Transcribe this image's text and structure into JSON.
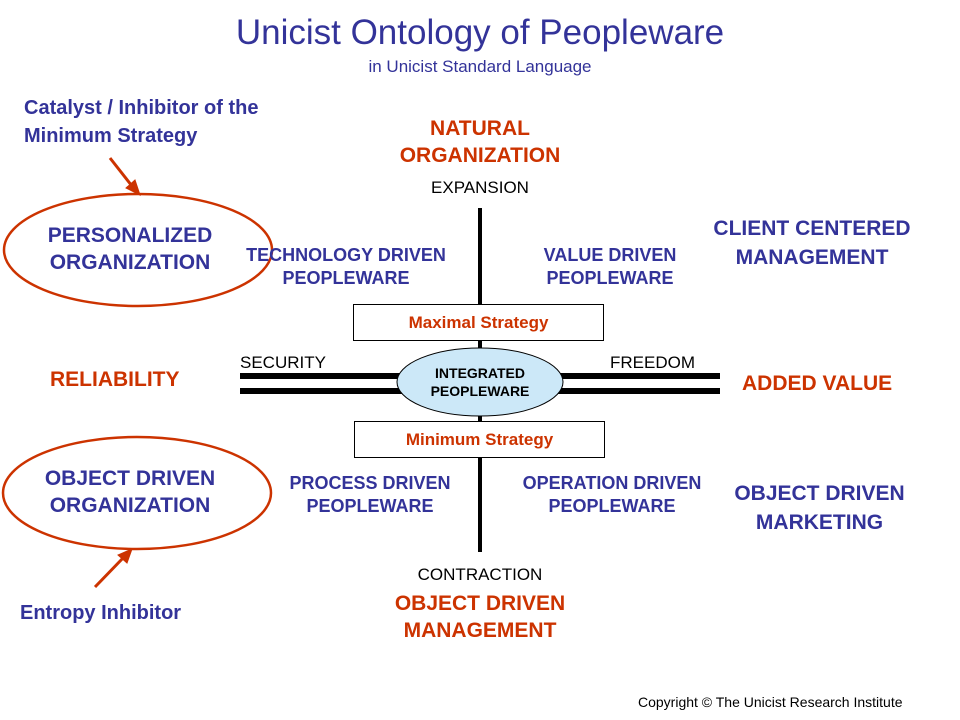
{
  "title": "Unicist Ontology of Peopleware",
  "subtitle": "in Unicist Standard Language",
  "colors": {
    "blue": "#333399",
    "red": "#cc3300",
    "ellipse_fill": "#cce8f8"
  },
  "top": {
    "label": "NATURAL ORGANIZATION",
    "axis": "EXPANSION"
  },
  "bottom": {
    "axis": "CONTRACTION",
    "label": "OBJECT DRIVEN MANAGEMENT"
  },
  "left": {
    "axis": "SECURITY",
    "label": "RELIABILITY"
  },
  "right": {
    "axis": "FREEDOM",
    "label": "ADDED VALUE"
  },
  "center": "INTEGRATED PEOPLEWARE",
  "maximal": "Maximal Strategy",
  "minimum": "Minimum Strategy",
  "quadrants": {
    "tl": "TECHNOLOGY DRIVEN PEOPLEWARE",
    "tr": "VALUE DRIVEN PEOPLEWARE",
    "bl": "PROCESS DRIVEN PEOPLEWARE",
    "br": "OPERATION DRIVEN PEOPLEWARE"
  },
  "outer": {
    "personalized": "PERSONALIZED ORGANIZATION",
    "object_org": "OBJECT DRIVEN ORGANIZATION",
    "client": "CLIENT CENTERED MANAGEMENT",
    "marketing": "OBJECT DRIVEN MARKETING"
  },
  "annotations": {
    "catalyst": "Catalyst / Inhibitor of the Minimum Strategy",
    "entropy": "Entropy Inhibitor"
  },
  "copyright": "Copyright © The Unicist Research Institute"
}
